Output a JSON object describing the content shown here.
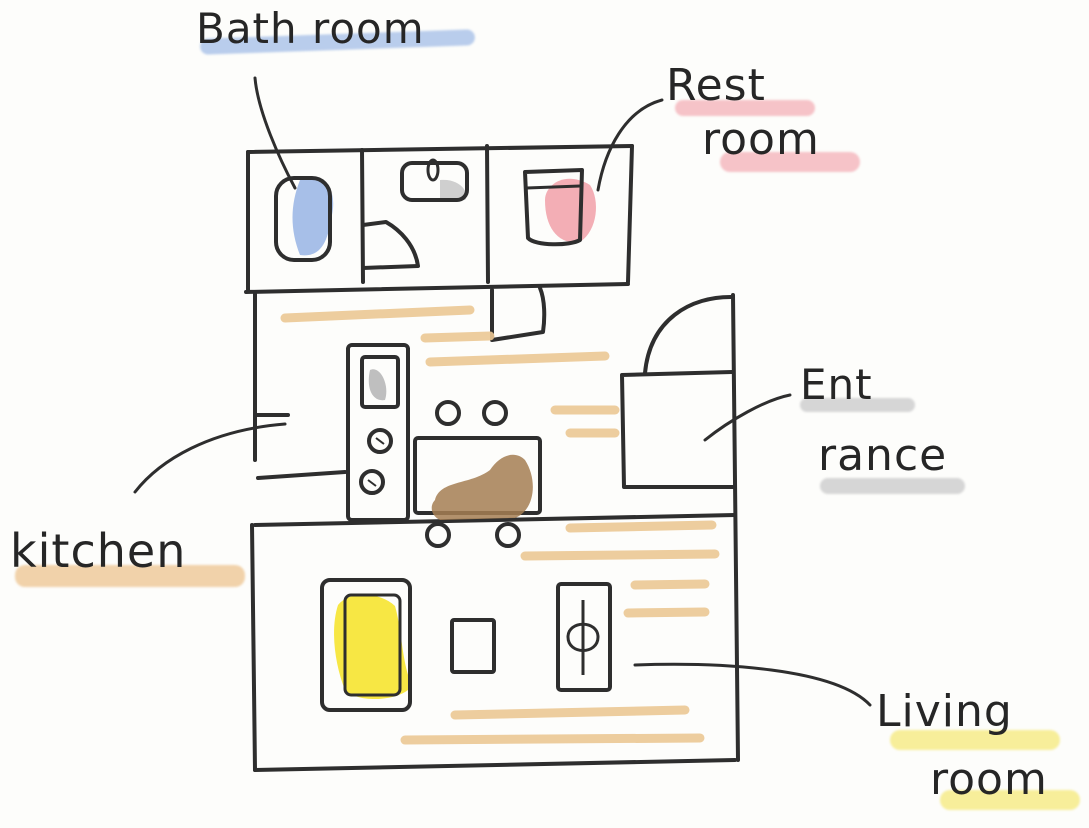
{
  "labels": {
    "bath_room": "Bath room",
    "rest_room_line1": "Rest",
    "rest_room_line2": "room",
    "entrance_line1": "Ent",
    "entrance_line2": "rance",
    "kitchen": "kitchen",
    "living_room_line1": "Living",
    "living_room_line2": "room"
  },
  "colors": {
    "ink": "#2e2e2e",
    "bath_blue": "#9db8e6",
    "rest_pink": "#f2a5ad",
    "entrance_gray": "#cfcfcf",
    "kitchen_orange": "#eec79a",
    "floor_wood": "#ecc894",
    "sofa_yellow": "#f7e63a",
    "living_yellow": "#f5ea78",
    "chair_brown": "#a57e52"
  },
  "icons": {
    "bathtub": "bathtub-icon",
    "sink": "washbasin-icon",
    "toilet": "toilet-icon",
    "stove": "stove-icon",
    "sofa": "sofa-icon",
    "tv": "tv-icon",
    "table": "table-icon",
    "chair": "chair-icon"
  }
}
